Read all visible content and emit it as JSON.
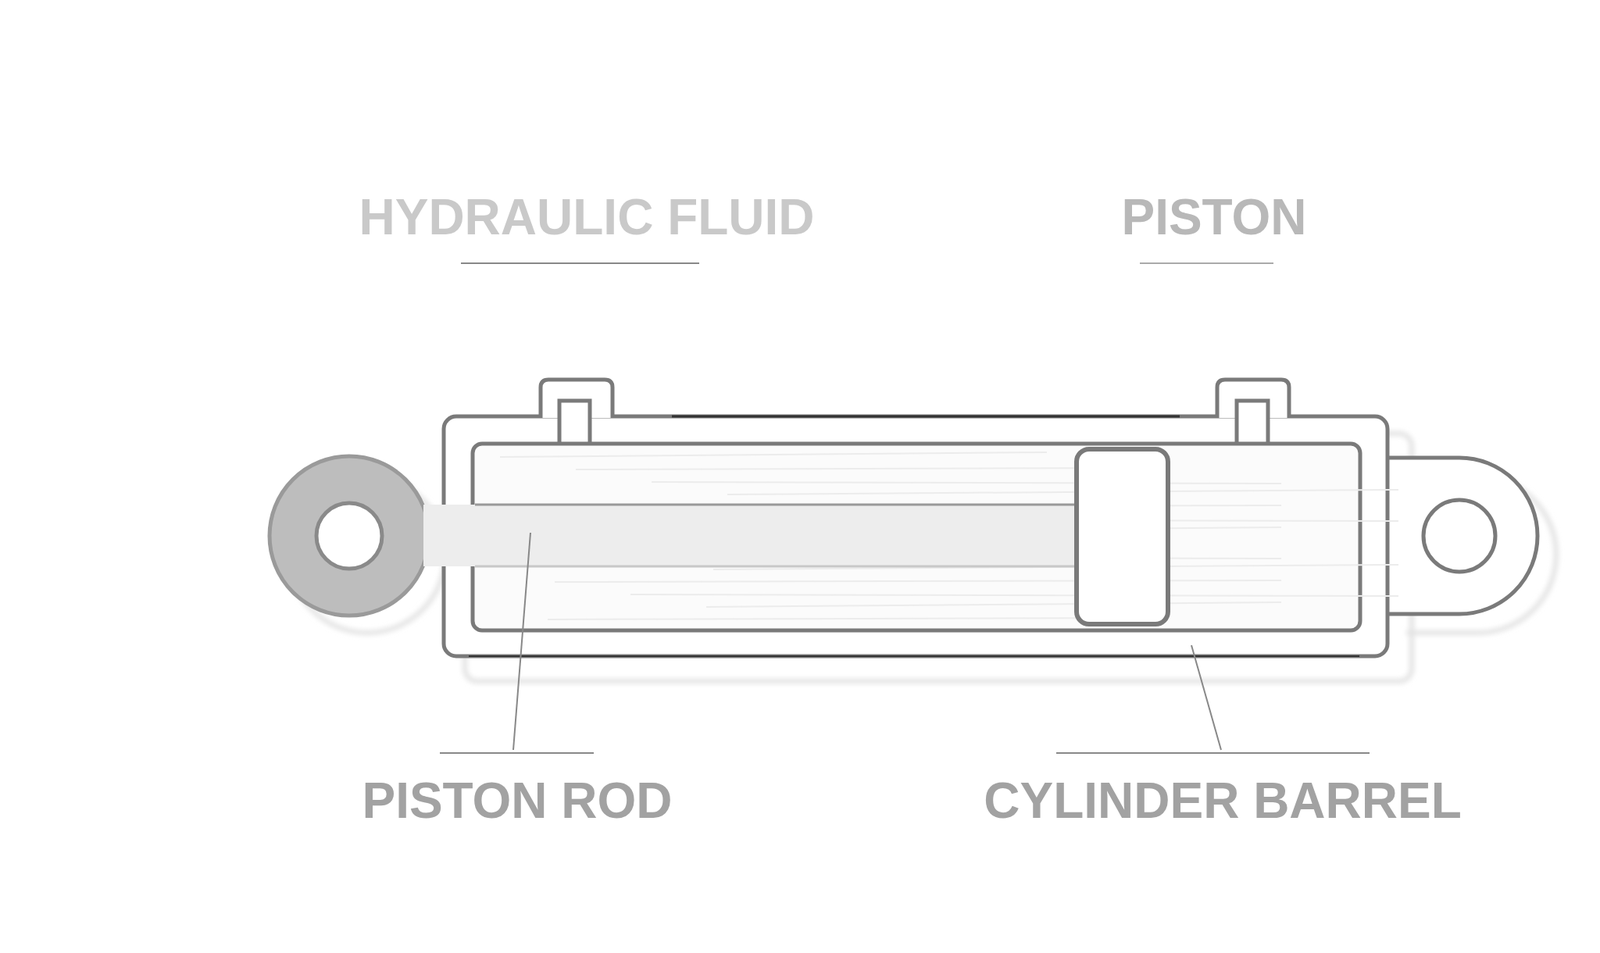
{
  "diagram": {
    "labels": [
      "HYDRAULIC FLUID",
      "PISTON",
      "PISTON ROD",
      "CYLINDER BARREL"
    ]
  }
}
